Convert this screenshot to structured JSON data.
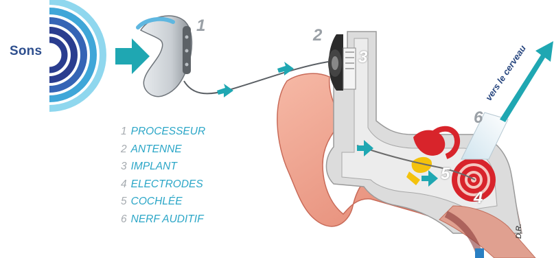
{
  "title": "Sons",
  "components": [
    {
      "number": "1",
      "name": "PROCESSEUR"
    },
    {
      "number": "2",
      "name": "ANTENNE"
    },
    {
      "number": "3",
      "name": "IMPLANT"
    },
    {
      "number": "4",
      "name": "ELECTRODES"
    },
    {
      "number": "5",
      "name": "COCHLÉE"
    },
    {
      "number": "6",
      "name": "NERF AUDITIF"
    }
  ],
  "annotation": "vers le cerveau",
  "credit": "D.R.",
  "colors": {
    "sound_waves": [
      "#2a3d8f",
      "#3564b5",
      "#3fa6d8",
      "#8fd7ee"
    ],
    "arrows": "#1fa7b2",
    "legend_text": "#2ba6c7",
    "ear_skin": "#f0a08c",
    "cochlea": "#d8242b"
  }
}
